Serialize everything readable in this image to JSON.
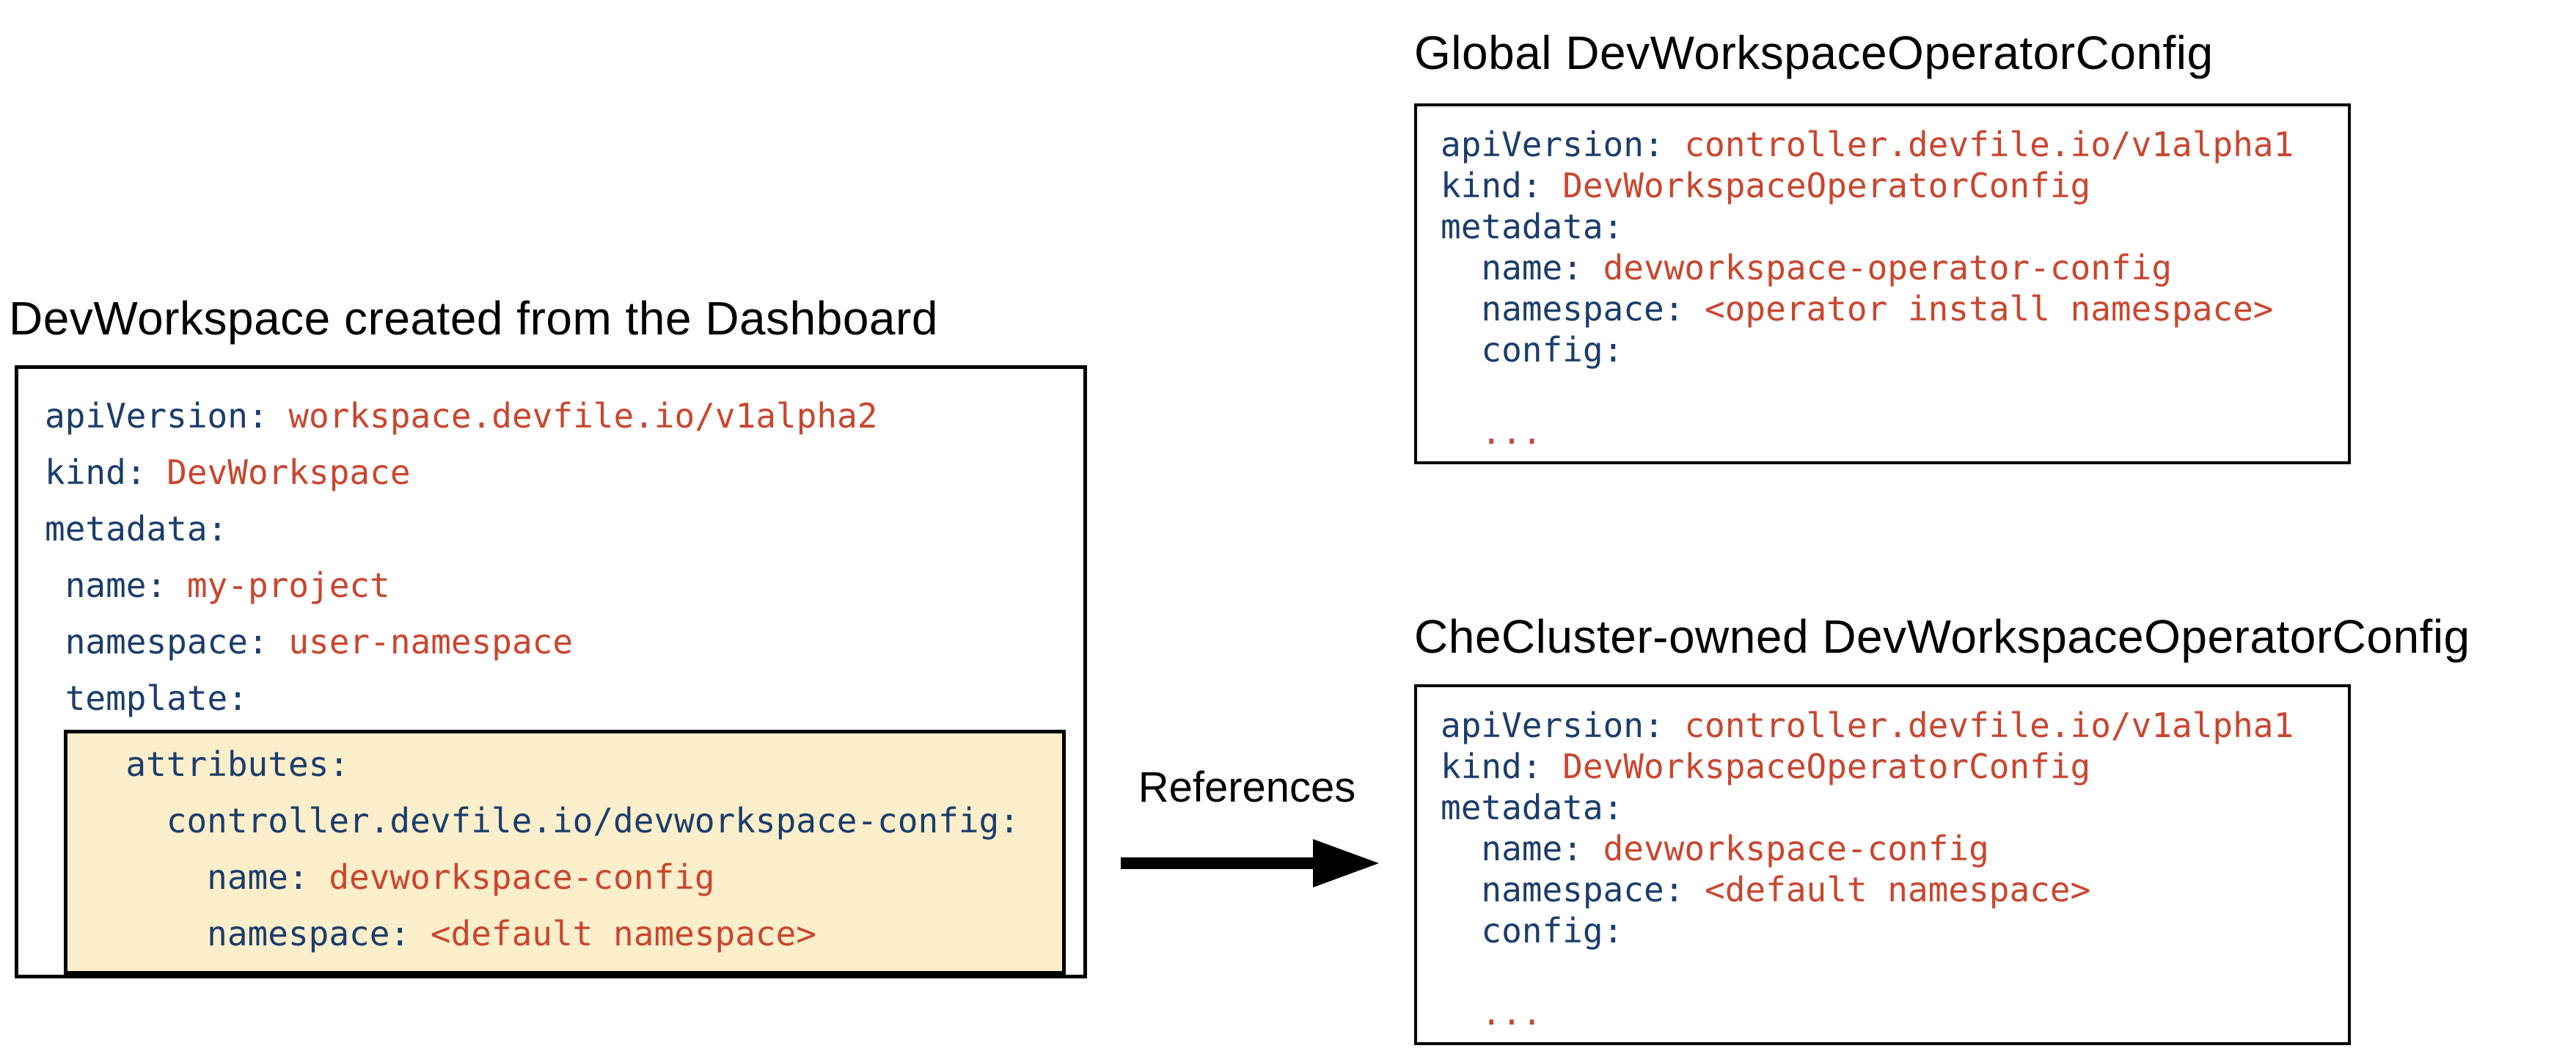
{
  "colors": {
    "yaml_key": "#1b3d6b",
    "yaml_value": "#c9462f",
    "highlight_bg": "#fbeeca",
    "box_border": "#000000",
    "arrow": "#000000"
  },
  "left_panel": {
    "title": "DevWorkspace created from the Dashboard",
    "code": [
      {
        "k": "apiVersion:",
        "v": "workspace.devfile.io/v1alpha2"
      },
      {
        "k": "kind:",
        "v": "DevWorkspace"
      },
      {
        "k": "metadata:",
        "v": ""
      },
      {
        "k": " name:",
        "v": "my-project"
      },
      {
        "k": " namespace:",
        "v": "user-namespace"
      },
      {
        "k": " template:",
        "v": ""
      }
    ],
    "highlight": [
      {
        "k": "  attributes:",
        "v": ""
      },
      {
        "k": "    controller.devfile.io/devworkspace-config:",
        "v": ""
      },
      {
        "k": "      name:",
        "v": "devworkspace-config"
      },
      {
        "k": "      namespace:",
        "v": "<default namespace>"
      }
    ]
  },
  "connector": {
    "label": "References"
  },
  "global_panel": {
    "title": "Global DevWorkspaceOperatorConfig",
    "code": [
      {
        "k": "apiVersion:",
        "v": "controller.devfile.io/v1alpha1"
      },
      {
        "k": "kind:",
        "v": "DevWorkspaceOperatorConfig"
      },
      {
        "k": "metadata:",
        "v": ""
      },
      {
        "k": "  name:",
        "v": "devworkspace-operator-config"
      },
      {
        "k": "  namespace:",
        "v": "<operator install namespace>"
      },
      {
        "k": "  config:",
        "v": ""
      },
      {
        "k": "",
        "v": ""
      },
      {
        "k": " ",
        "v": "..."
      }
    ]
  },
  "checluster_panel": {
    "title": "CheCluster-owned DevWorkspaceOperatorConfig",
    "code": [
      {
        "k": "apiVersion:",
        "v": "controller.devfile.io/v1alpha1"
      },
      {
        "k": "kind:",
        "v": "DevWorkspaceOperatorConfig"
      },
      {
        "k": "metadata:",
        "v": ""
      },
      {
        "k": "  name:",
        "v": "devworkspace-config"
      },
      {
        "k": "  namespace:",
        "v": "<default namespace>"
      },
      {
        "k": "  config:",
        "v": ""
      },
      {
        "k": "",
        "v": ""
      },
      {
        "k": " ",
        "v": "..."
      }
    ]
  }
}
